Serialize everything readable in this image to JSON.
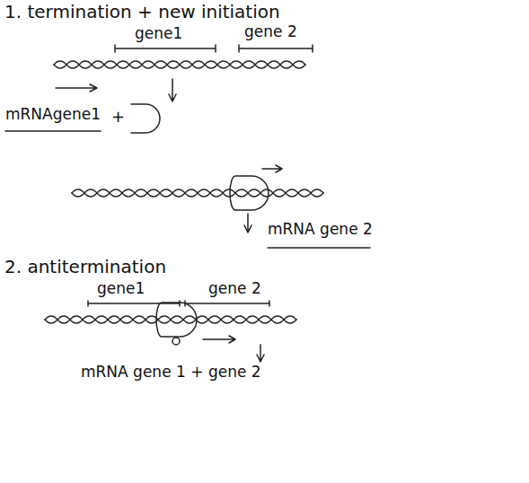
{
  "diagram": {
    "labels": [
      "1. termination + new initiation",
      "gene1",
      "gene 2",
      "mRNAgene1",
      "+",
      "mRNA gene 2",
      "2. antitermination",
      "gene1",
      "gene 2",
      "mRNA gene 1 + gene 2"
    ]
  }
}
